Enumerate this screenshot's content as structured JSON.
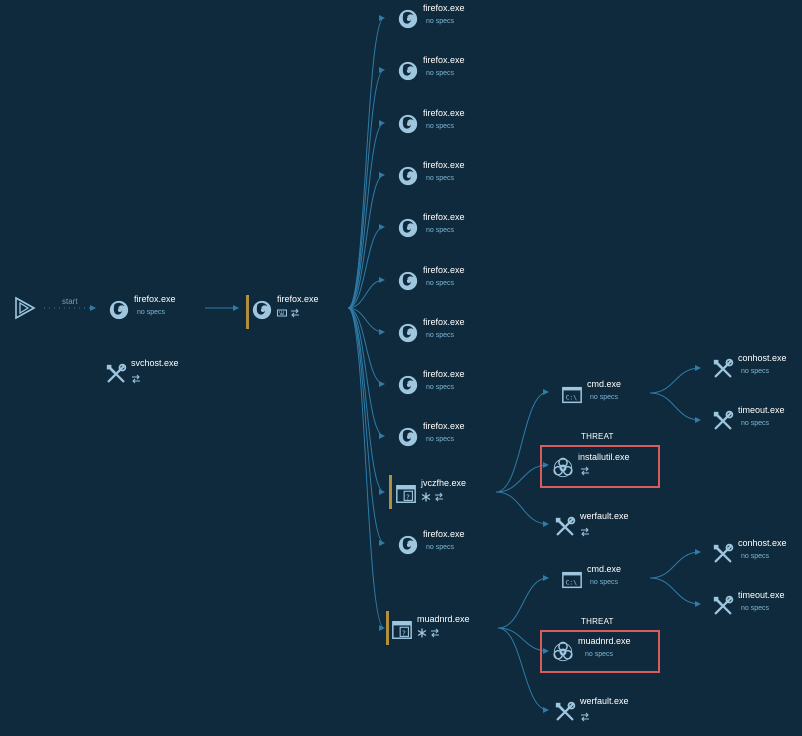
{
  "start": {
    "label": "start"
  },
  "threat_label": "THREAT",
  "no_specs": "no specs",
  "nodes": {
    "root": {
      "name": "firefox.exe",
      "sub": "no specs"
    },
    "svchost": {
      "name": "svchost.exe"
    },
    "ff_main": {
      "name": "firefox.exe"
    },
    "ff_children": [
      {
        "name": "firefox.exe",
        "sub": "no specs"
      },
      {
        "name": "firefox.exe",
        "sub": "no specs"
      },
      {
        "name": "firefox.exe",
        "sub": "no specs"
      },
      {
        "name": "firefox.exe",
        "sub": "no specs"
      },
      {
        "name": "firefox.exe",
        "sub": "no specs"
      },
      {
        "name": "firefox.exe",
        "sub": "no specs"
      },
      {
        "name": "firefox.exe",
        "sub": "no specs"
      },
      {
        "name": "firefox.exe",
        "sub": "no specs"
      },
      {
        "name": "firefox.exe",
        "sub": "no specs"
      }
    ],
    "jvczfhe": {
      "name": "jvczfhe.exe"
    },
    "ff_after": {
      "name": "firefox.exe",
      "sub": "no specs"
    },
    "muadnrd_parent": {
      "name": "muadnrd.exe"
    },
    "cmd1": {
      "name": "cmd.exe",
      "sub": "no specs"
    },
    "installutil": {
      "name": "installutil.exe"
    },
    "werfault1": {
      "name": "werfault.exe"
    },
    "conhost1": {
      "name": "conhost.exe",
      "sub": "no specs"
    },
    "timeout1": {
      "name": "timeout.exe",
      "sub": "no specs"
    },
    "cmd2": {
      "name": "cmd.exe",
      "sub": "no specs"
    },
    "muadnrd_child": {
      "name": "muadnrd.exe",
      "sub": "no specs"
    },
    "werfault2": {
      "name": "werfault.exe"
    },
    "conhost2": {
      "name": "conhost.exe",
      "sub": "no specs"
    },
    "timeout2": {
      "name": "timeout.exe",
      "sub": "no specs"
    }
  },
  "colors": {
    "background": "#0e2a3c",
    "edge": "#2f7ca8",
    "icon": "#9fc6df",
    "threat": "#d95c5c",
    "bar": "#b08f3e"
  }
}
